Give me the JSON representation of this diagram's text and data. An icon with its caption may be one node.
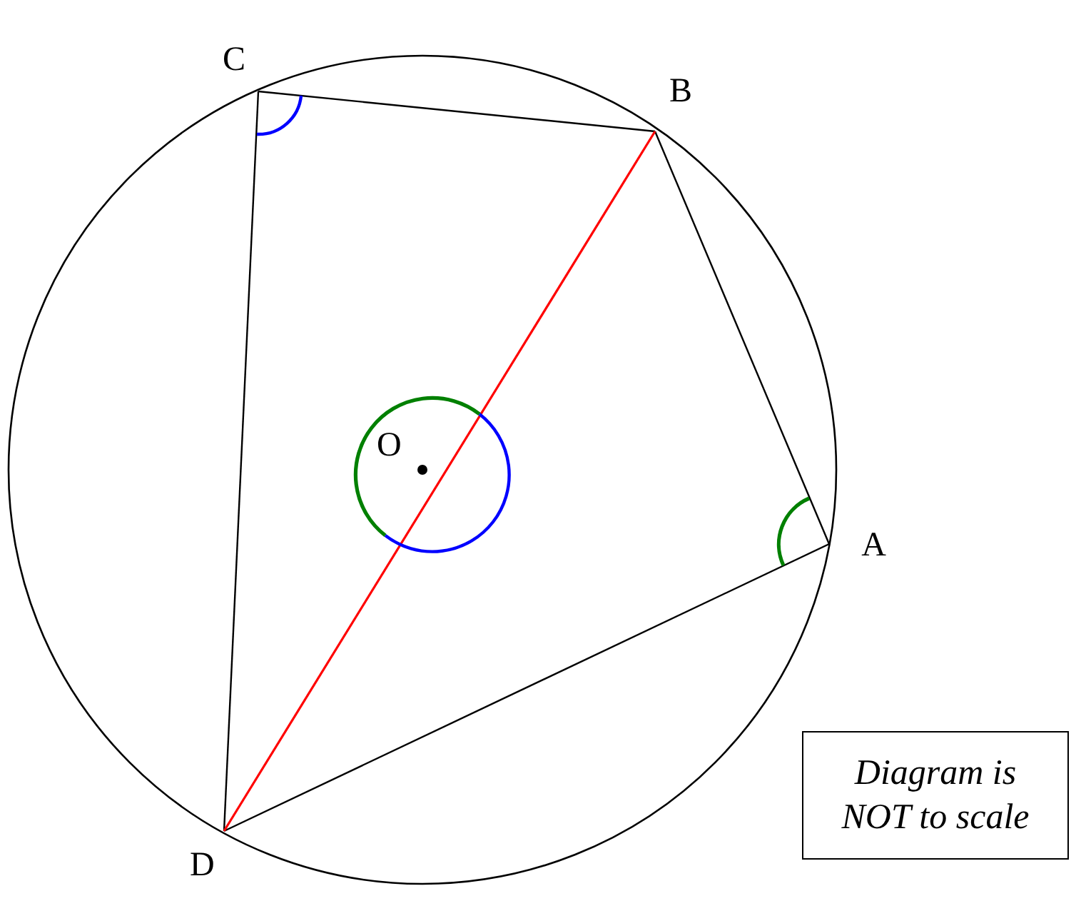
{
  "diagram": {
    "nodes": [
      {
        "text": [
          "C"
        ]
      },
      {
        "text": [
          "B"
        ]
      },
      {
        "text": [
          "A"
        ]
      },
      {
        "text": [
          "D"
        ]
      },
      {
        "text": [
          "Diagram is NOT to scale"
        ]
      }
    ],
    "edges": [
      {
        "from": 0,
        "to": 1,
        "arrow": "none"
      },
      {
        "from": 1,
        "to": 2,
        "arrow": "none"
      },
      {
        "from": 2,
        "to": 3,
        "arrow": "none"
      },
      {
        "from": 3,
        "to": 0,
        "arrow": "none"
      },
      {
        "from": 1,
        "to": 3,
        "arrow": "none",
        "color": "#ff0000"
      }
    ],
    "labels": [
      "O"
    ]
  }
}
